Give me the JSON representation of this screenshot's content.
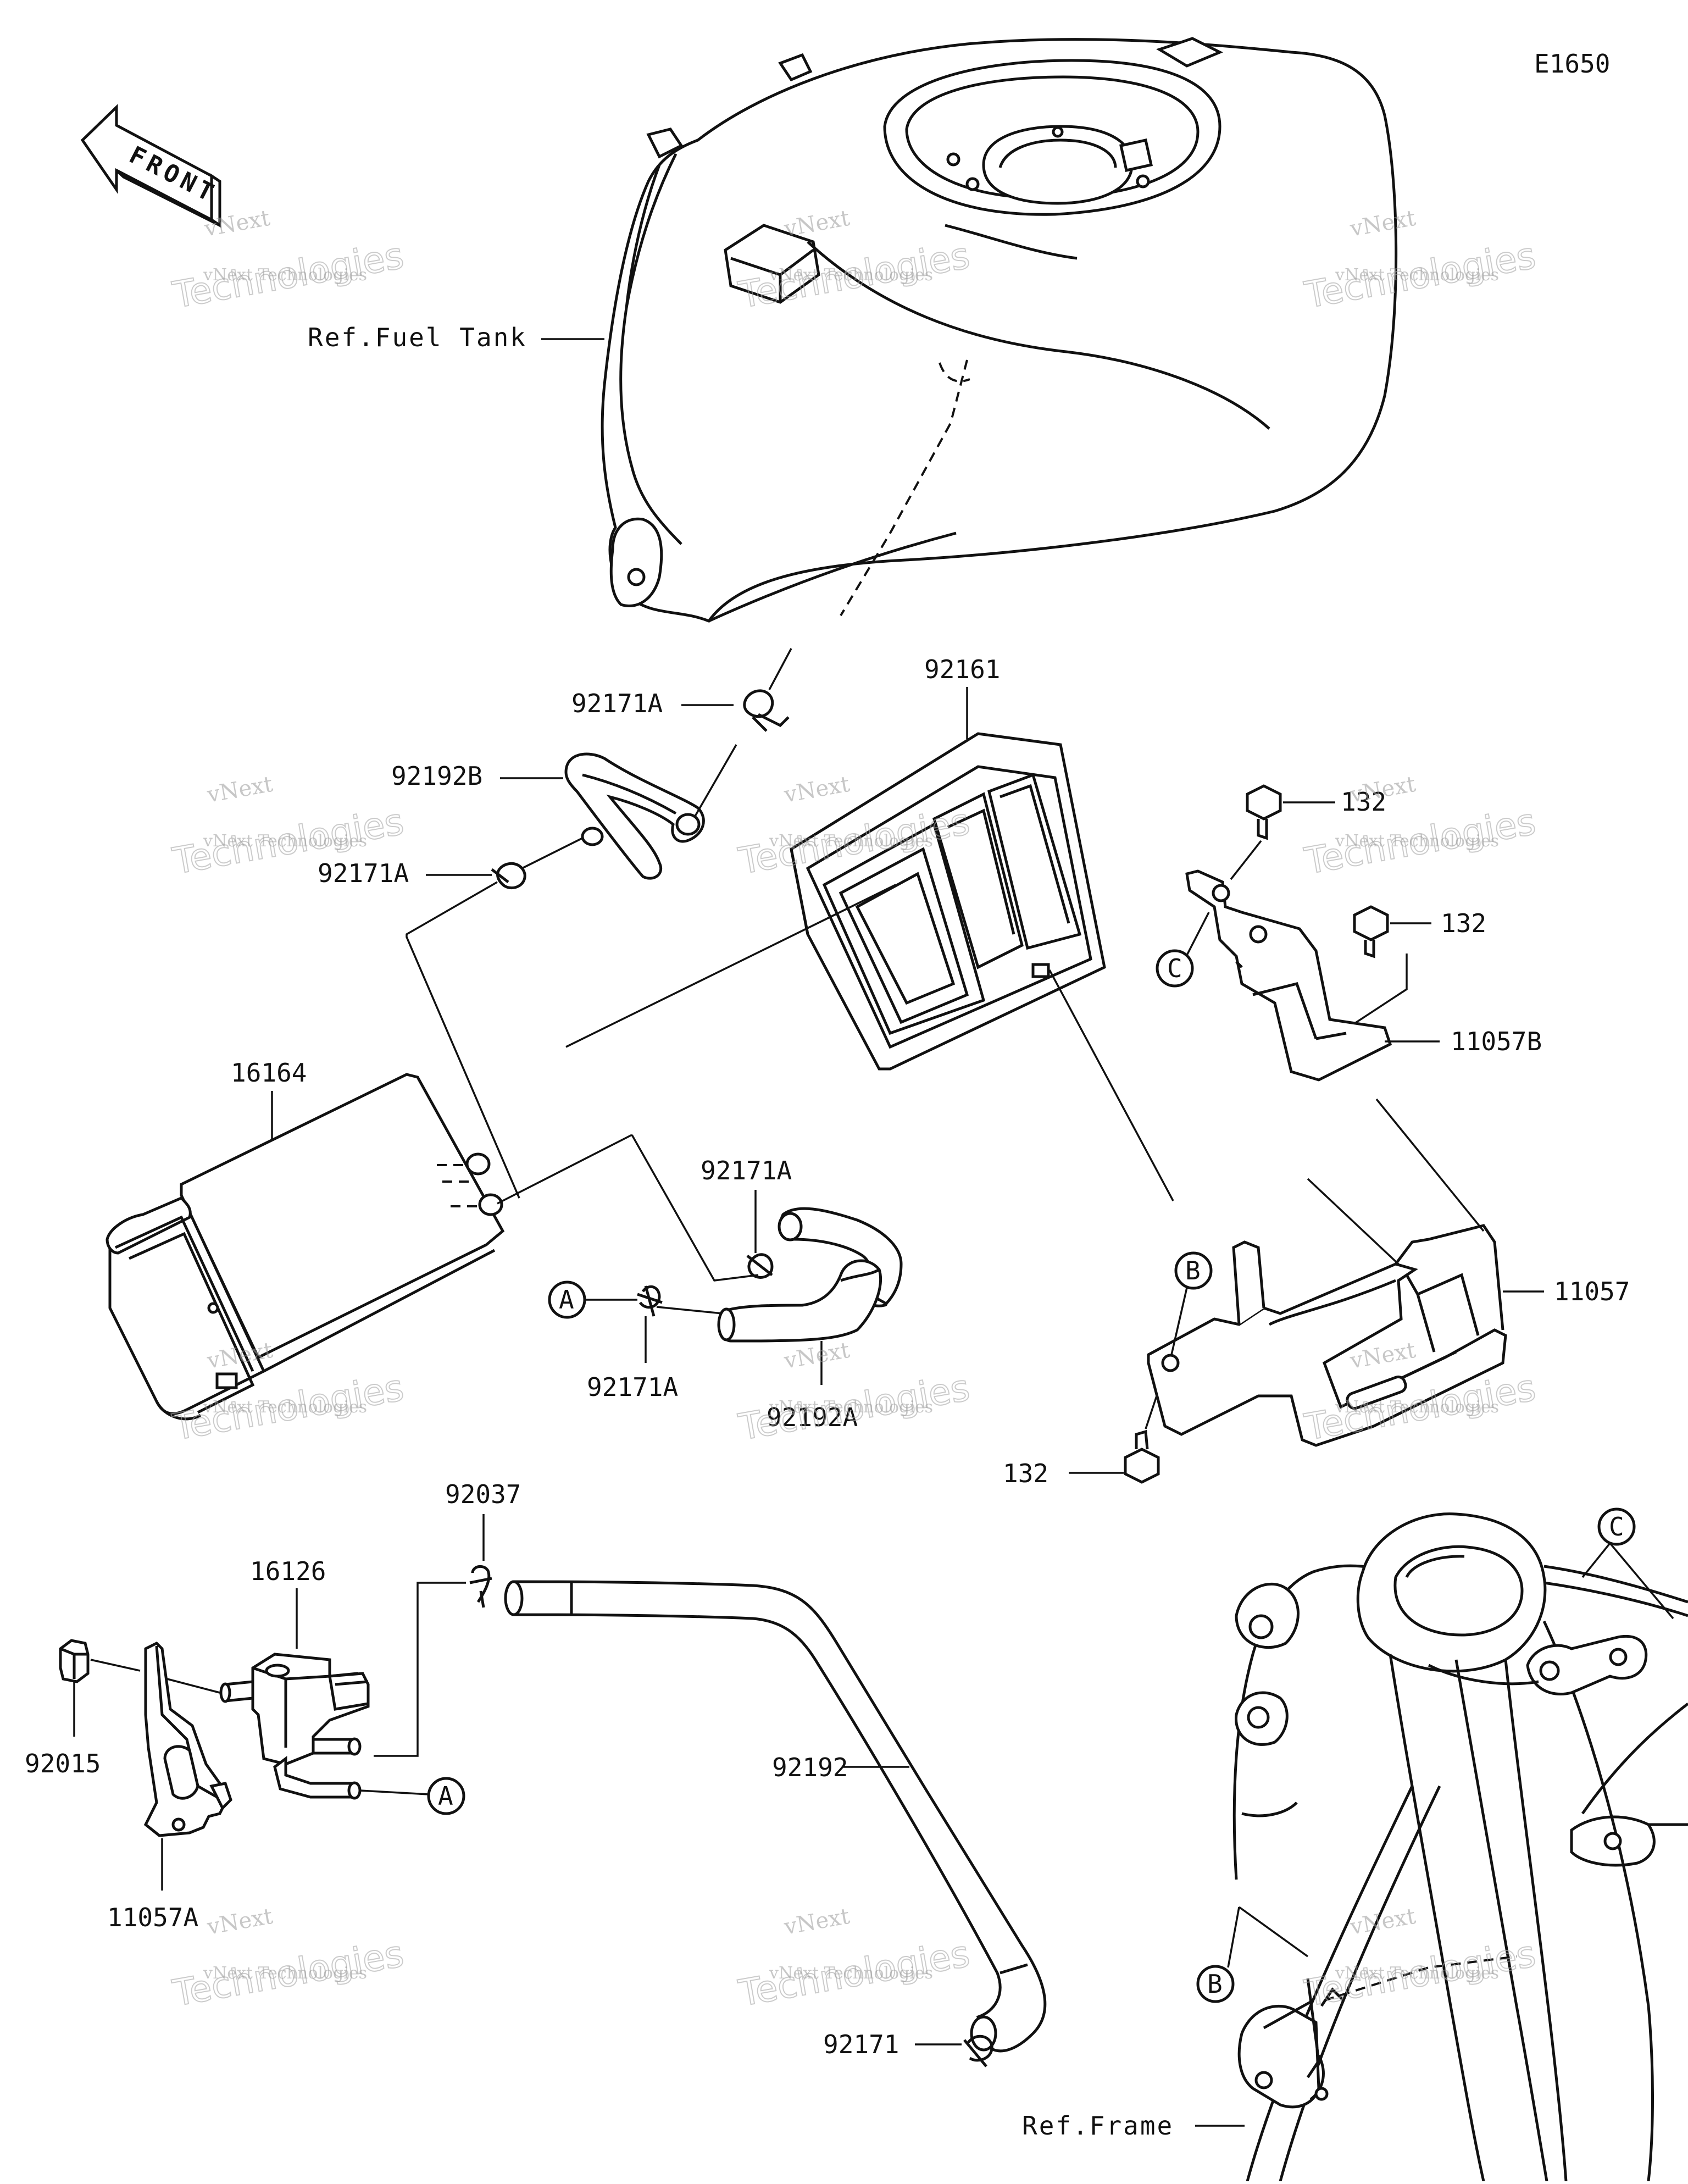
{
  "diagram_id": "E1650",
  "front_arrow_label": "FRONT",
  "refs": {
    "fuel_tank": "Ref.Fuel Tank",
    "frame": "Ref.Frame"
  },
  "callouts": {
    "A": "A",
    "B": "B",
    "C": "C"
  },
  "parts": {
    "p92171A_top": "92171A",
    "p92192B": "92192B",
    "p92171A_left": "92171A",
    "p92161": "92161",
    "p132_a": "132",
    "p132_b": "132",
    "p132_c": "132",
    "p11057B": "11057B",
    "p11057": "11057",
    "p16164": "16164",
    "p92171A_mid": "92171A",
    "p92171A_low": "92171A",
    "p92192A": "92192A",
    "p92037": "92037",
    "p16126": "16126",
    "p92015": "92015",
    "p11057A": "11057A",
    "p92192": "92192",
    "p92171": "92171"
  },
  "watermark": {
    "small": "vNext Technologies",
    "big": "Technologies",
    "top": "vNext"
  }
}
